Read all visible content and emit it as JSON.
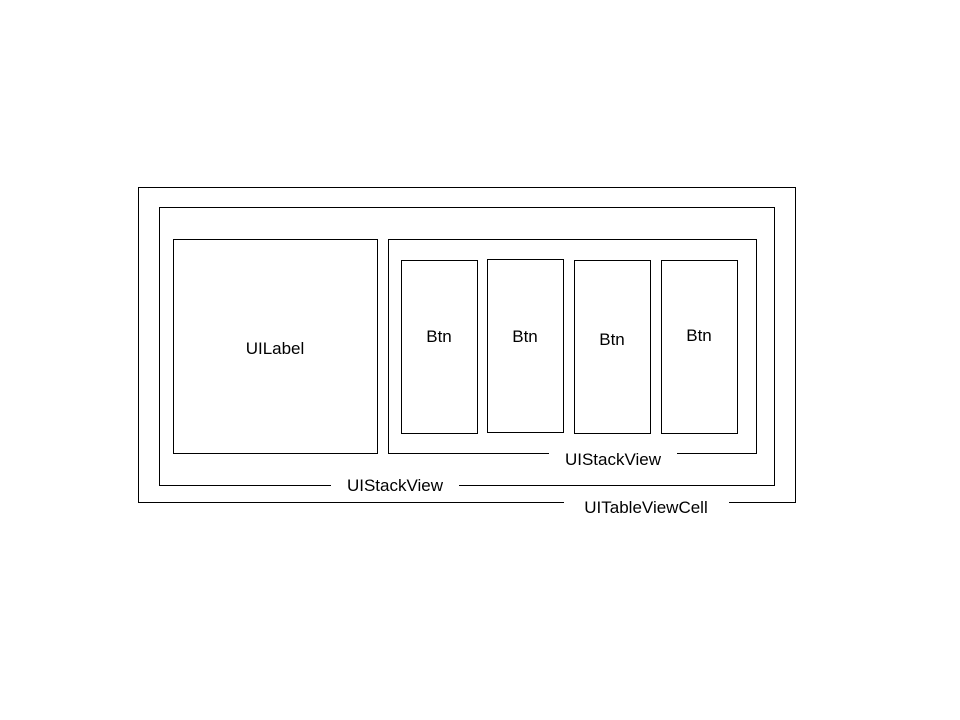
{
  "diagram": {
    "cell": {
      "label": "UITableViewCell"
    },
    "outer_stack": {
      "label": "UIStackView"
    },
    "ui_label": {
      "label": "UILabel"
    },
    "inner_stack": {
      "label": "UIStackView"
    },
    "buttons": [
      {
        "label": "Btn"
      },
      {
        "label": "Btn"
      },
      {
        "label": "Btn"
      },
      {
        "label": "Btn"
      }
    ]
  },
  "colors": {
    "stroke": "#000000",
    "background": "#ffffff"
  }
}
